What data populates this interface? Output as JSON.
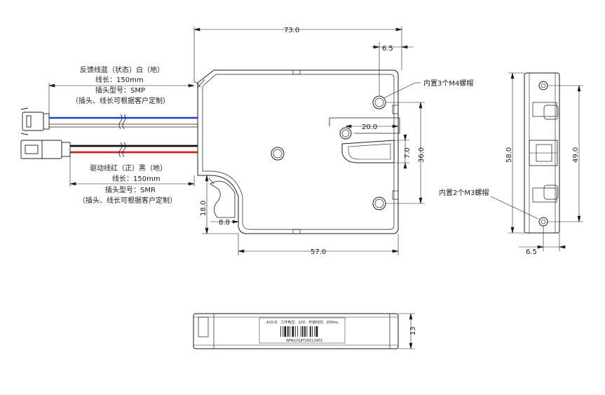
{
  "dimensions": {
    "width_73": "73.0",
    "offset_6_5_top": "6.5",
    "width_20": "20.0",
    "height_7": "7.0",
    "height_36": "36.0",
    "height_18": "18.0",
    "width_8_8": "8.8",
    "width_57": "57.0",
    "height_58": "58.0",
    "height_49": "49.0",
    "offset_6_5_side": "6.5",
    "thickness_13": "13"
  },
  "notes": {
    "feedback_line_1": "反馈线蓝（状态）白（地）",
    "feedback_line_2": "线长：150mm",
    "feedback_line_3": "插头型号：SMP",
    "feedback_line_4": "（插头、线长可根据客户定制）",
    "drive_line_1": "驱动线红（正）黑（地）",
    "drive_line_2": "线长：150mm",
    "drive_line_3": "插头型号：SMR",
    "drive_line_4": "（插头、线长可根据客户定制）",
    "m4_nut": "内置3个M4螺帽",
    "m3_nut": "内置2个M3螺帽"
  },
  "label": {
    "line1": "A10-D　工作电压：12V　开锁时间：200ms",
    "serial": "WPA1018T20011901"
  },
  "colors": {
    "line": "#1a1a1a",
    "wire_blue": "#1f3fd6",
    "wire_red": "#d8201c",
    "wire_black": "#111111"
  }
}
